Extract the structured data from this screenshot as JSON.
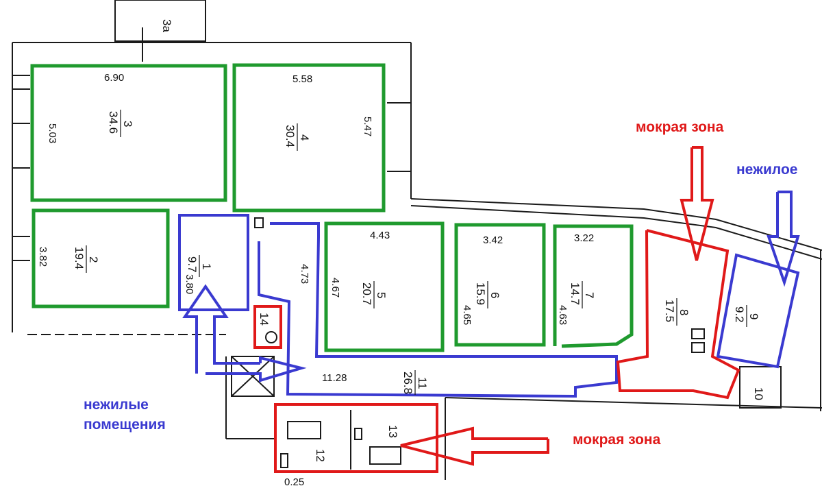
{
  "colors": {
    "wall": "#1a1a1a",
    "living": "#1f9a2e",
    "nonliving": "#3a3ad0",
    "wet": "#e01919"
  },
  "labels": {
    "wet_zone_top": "мокрая зона",
    "wet_zone_bottom": "мокрая зона",
    "nonliving_single": "нежилое",
    "nonliving_rooms_line1": "нежилые",
    "nonliving_rooms_line2": "помещения"
  },
  "dimensions": {
    "room3_width": "6.90",
    "room3_height": "5.03",
    "room4_width": "5.58",
    "room4_height": "5.47",
    "room2_height": "3.82",
    "room1_height": "3.80",
    "corridor_height": "4.73",
    "room5_width": "4.43",
    "room5_height": "4.67",
    "room6_width": "3.42",
    "room6_height": "4.65",
    "room7_width": "3.22",
    "room7_height": "4.63",
    "corridor11_length": "11.28",
    "bottom_small": "0.25"
  },
  "rooms": {
    "r3": {
      "num": "3",
      "area": "34.6"
    },
    "r4": {
      "num": "4",
      "area": "30.4"
    },
    "r2": {
      "num": "2",
      "area": "19.4"
    },
    "r1": {
      "num": "1",
      "area": "9.7"
    },
    "r5": {
      "num": "5",
      "area": "20.7"
    },
    "r6": {
      "num": "6",
      "area": "15.9"
    },
    "r7": {
      "num": "7",
      "area": "14.7"
    },
    "r8": {
      "num": "8",
      "area": "17.5"
    },
    "r9": {
      "num": "9",
      "area": "9.2"
    },
    "r10": {
      "num": "10"
    },
    "r11": {
      "num": "11",
      "area": "26.8"
    },
    "r12": {
      "num": "12"
    },
    "r13": {
      "num": "13"
    },
    "r14": {
      "num": "14"
    },
    "r3a": {
      "num": "3a"
    }
  }
}
